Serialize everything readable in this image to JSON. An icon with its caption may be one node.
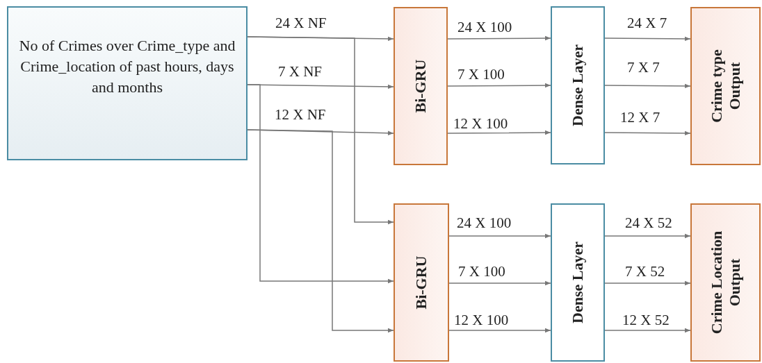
{
  "diagram": {
    "nodes": [
      {
        "text": [
          "No of Crimes over Crime_type and Crime_location of past hours, days and months"
        ]
      },
      {
        "text": [
          "Bi-GRU"
        ]
      },
      {
        "text": [
          "Dense Layer"
        ]
      },
      {
        "text": [
          "Crime type Output"
        ]
      },
      {
        "text": [
          "Bi-GRU"
        ]
      },
      {
        "text": [
          "Dense Layer"
        ]
      },
      {
        "text": [
          "Crime Location Output"
        ]
      }
    ],
    "edges": [
      {
        "from": 0,
        "to": 1,
        "arrow": "to",
        "label": "24 X NF"
      },
      {
        "from": 0,
        "to": 1,
        "arrow": "to",
        "label": "7 X NF"
      },
      {
        "from": 0,
        "to": 1,
        "arrow": "to",
        "label": "12 X NF"
      },
      {
        "from": 0,
        "to": 4,
        "arrow": "to"
      },
      {
        "from": 0,
        "to": 4,
        "arrow": "to"
      },
      {
        "from": 0,
        "to": 4,
        "arrow": "to"
      },
      {
        "from": 1,
        "to": 2,
        "arrow": "to",
        "label": "24 X 100"
      },
      {
        "from": 1,
        "to": 2,
        "arrow": "to",
        "label": "7 X 100"
      },
      {
        "from": 1,
        "to": 2,
        "arrow": "to",
        "label": "12 X 100"
      },
      {
        "from": 2,
        "to": 3,
        "arrow": "to",
        "label": "24 X 7"
      },
      {
        "from": 2,
        "to": 3,
        "arrow": "to",
        "label": "7 X 7"
      },
      {
        "from": 2,
        "to": 3,
        "arrow": "to",
        "label": "12 X 7"
      },
      {
        "from": 4,
        "to": 5,
        "arrow": "to",
        "label": "24 X 100"
      },
      {
        "from": 4,
        "to": 5,
        "arrow": "to",
        "label": "7 X 100"
      },
      {
        "from": 4,
        "to": 5,
        "arrow": "to",
        "label": "12 X 100"
      },
      {
        "from": 5,
        "to": 6,
        "arrow": "to",
        "label": "24 X 52"
      },
      {
        "from": 5,
        "to": 6,
        "arrow": "to",
        "label": "7 X 52"
      },
      {
        "from": 5,
        "to": 6,
        "arrow": "to",
        "label": "12 X 52"
      }
    ]
  }
}
